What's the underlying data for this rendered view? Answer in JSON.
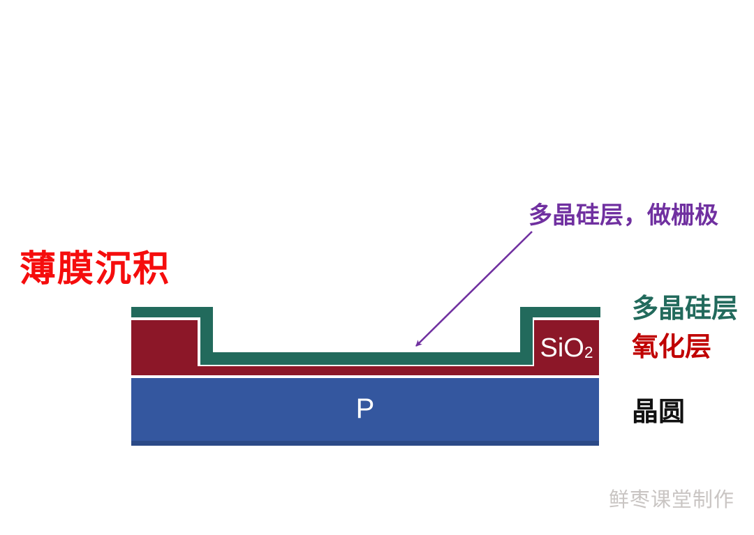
{
  "slide": {
    "title": {
      "text": "薄膜沉积",
      "color": "#F50D0D"
    },
    "annotation": {
      "text": "多晶硅层，做栅极",
      "color": "#7030A0"
    },
    "watermark": {
      "text": "鲜枣课堂制作",
      "color": "#C9C5C3"
    }
  },
  "diagram": {
    "layers": [
      {
        "name": "polysilicon",
        "legend_label": "多晶硅层",
        "color": "#226A5C",
        "legend_color": "#226A5C"
      },
      {
        "name": "oxide",
        "legend_label": "氧化层",
        "color": "#8C1728",
        "legend_color": "#C00000",
        "region_label_base": "SiO",
        "region_label_sub": "2",
        "region_label_color": "#FFFFFF"
      },
      {
        "name": "wafer",
        "legend_label": "晶圆",
        "color": "#34579F",
        "edge_color": "#2B4A87",
        "legend_color": "#111111",
        "region_label": "P",
        "region_label_color": "#FFFFFF"
      }
    ]
  }
}
